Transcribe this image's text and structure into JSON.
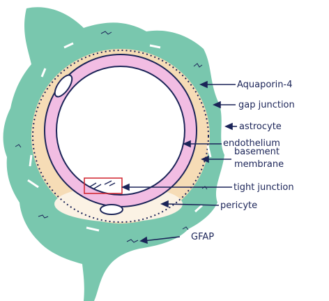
{
  "labels": {
    "aquaporin": "Aquaporin-4",
    "gap_junction": "gap junction",
    "astrocyte": "astrocyte",
    "endothelium": "endothelium",
    "basement_line1": "basement",
    "basement_line2": "membrane",
    "tight_junction": "tight junction",
    "pericyte": "pericyte",
    "gfap": "GFAP"
  },
  "colors": {
    "astrocyte_fill": "#79c7ae",
    "basement_fill": "#f6dcb6",
    "endothelium_fill": "#f2bde3",
    "outline": "#1b2458",
    "text": "#1b2458",
    "tight_junction_box": "#d0212b"
  }
}
